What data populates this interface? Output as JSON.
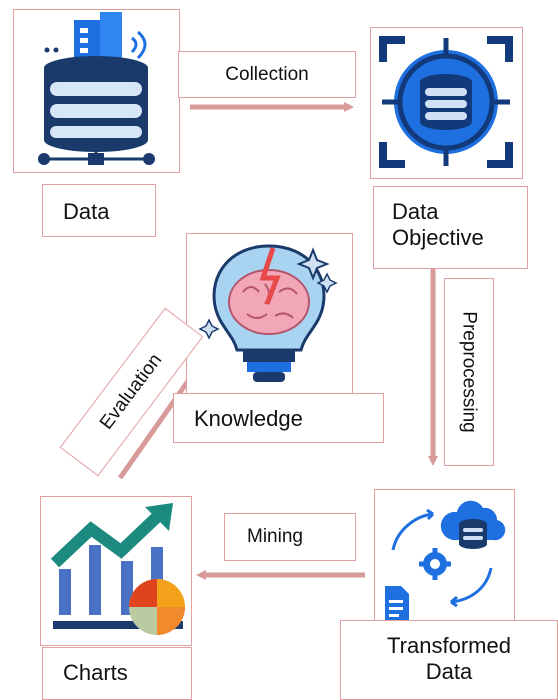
{
  "nodes": {
    "data": "Data",
    "data_objective": "Data Objective",
    "knowledge": "Knowledge",
    "transformed_data": "Transformed Data",
    "charts": "Charts"
  },
  "edges": {
    "collection": "Collection",
    "preprocessing": "Preprocessing",
    "mining": "Mining",
    "evaluation": "Evaluation"
  },
  "colors": {
    "arrow": "#d99a9a",
    "border": "#e2a1a1",
    "icon_dark": "#1a3a6b",
    "icon_blue": "#1e6fe0",
    "teal": "#1c8a7f"
  },
  "icons": [
    "database-server-icon",
    "database-target-icon",
    "brain-lightbulb-icon",
    "cloud-database-sync-icon",
    "chart-growth-icon"
  ]
}
